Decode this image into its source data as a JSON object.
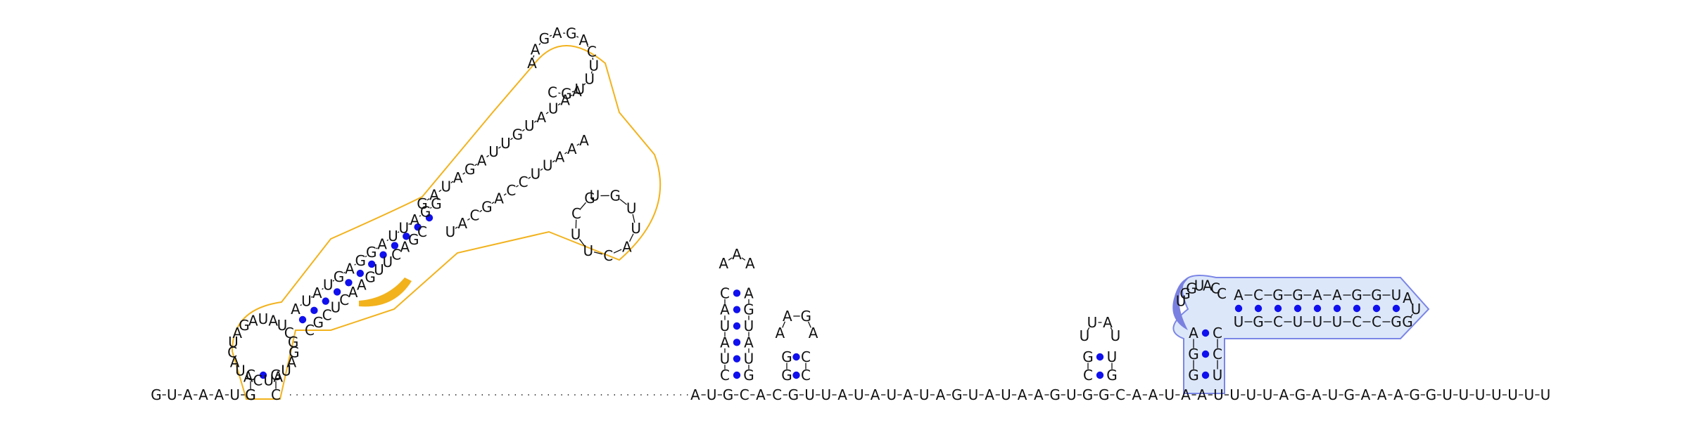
{
  "colors": {
    "background": "#ffffff",
    "text": "#111111",
    "bond": "#111111",
    "pair_dot": "#1010ee",
    "highlight_orange_stroke": "#f2b21c",
    "highlight_orange_fill": "#f2b21c",
    "highlight_blue_stroke": "#7b86e6",
    "highlight_blue_fill": "#dce7fa",
    "highlight_blue_dark": "#7a80e0"
  },
  "structure": {
    "left_tail": "GUAAAUG",
    "unresolved_linker": "A gap of unlabelled positions drawn as a dotted line",
    "right_region": "AUGCACGUUAUAUAUAGUAUAAGUGGCAAUAAUUUUAGAUGAAAGGUUUUUUU",
    "big_domain": "CCGUAUAUAGAGUAUUAGAAUAGAUGUGUAAAAGAGACUUUGCUGUUACUUCGACUAUAGCUCGGAAUUCAUCUGUGG",
    "bottom_main_line": "GUAAAUG CG AUG C ACG UUAUAUAUAGUAUAAGUGG CAAUA A U UUUAGAUGAAAGGUUUUUUU"
  }
}
